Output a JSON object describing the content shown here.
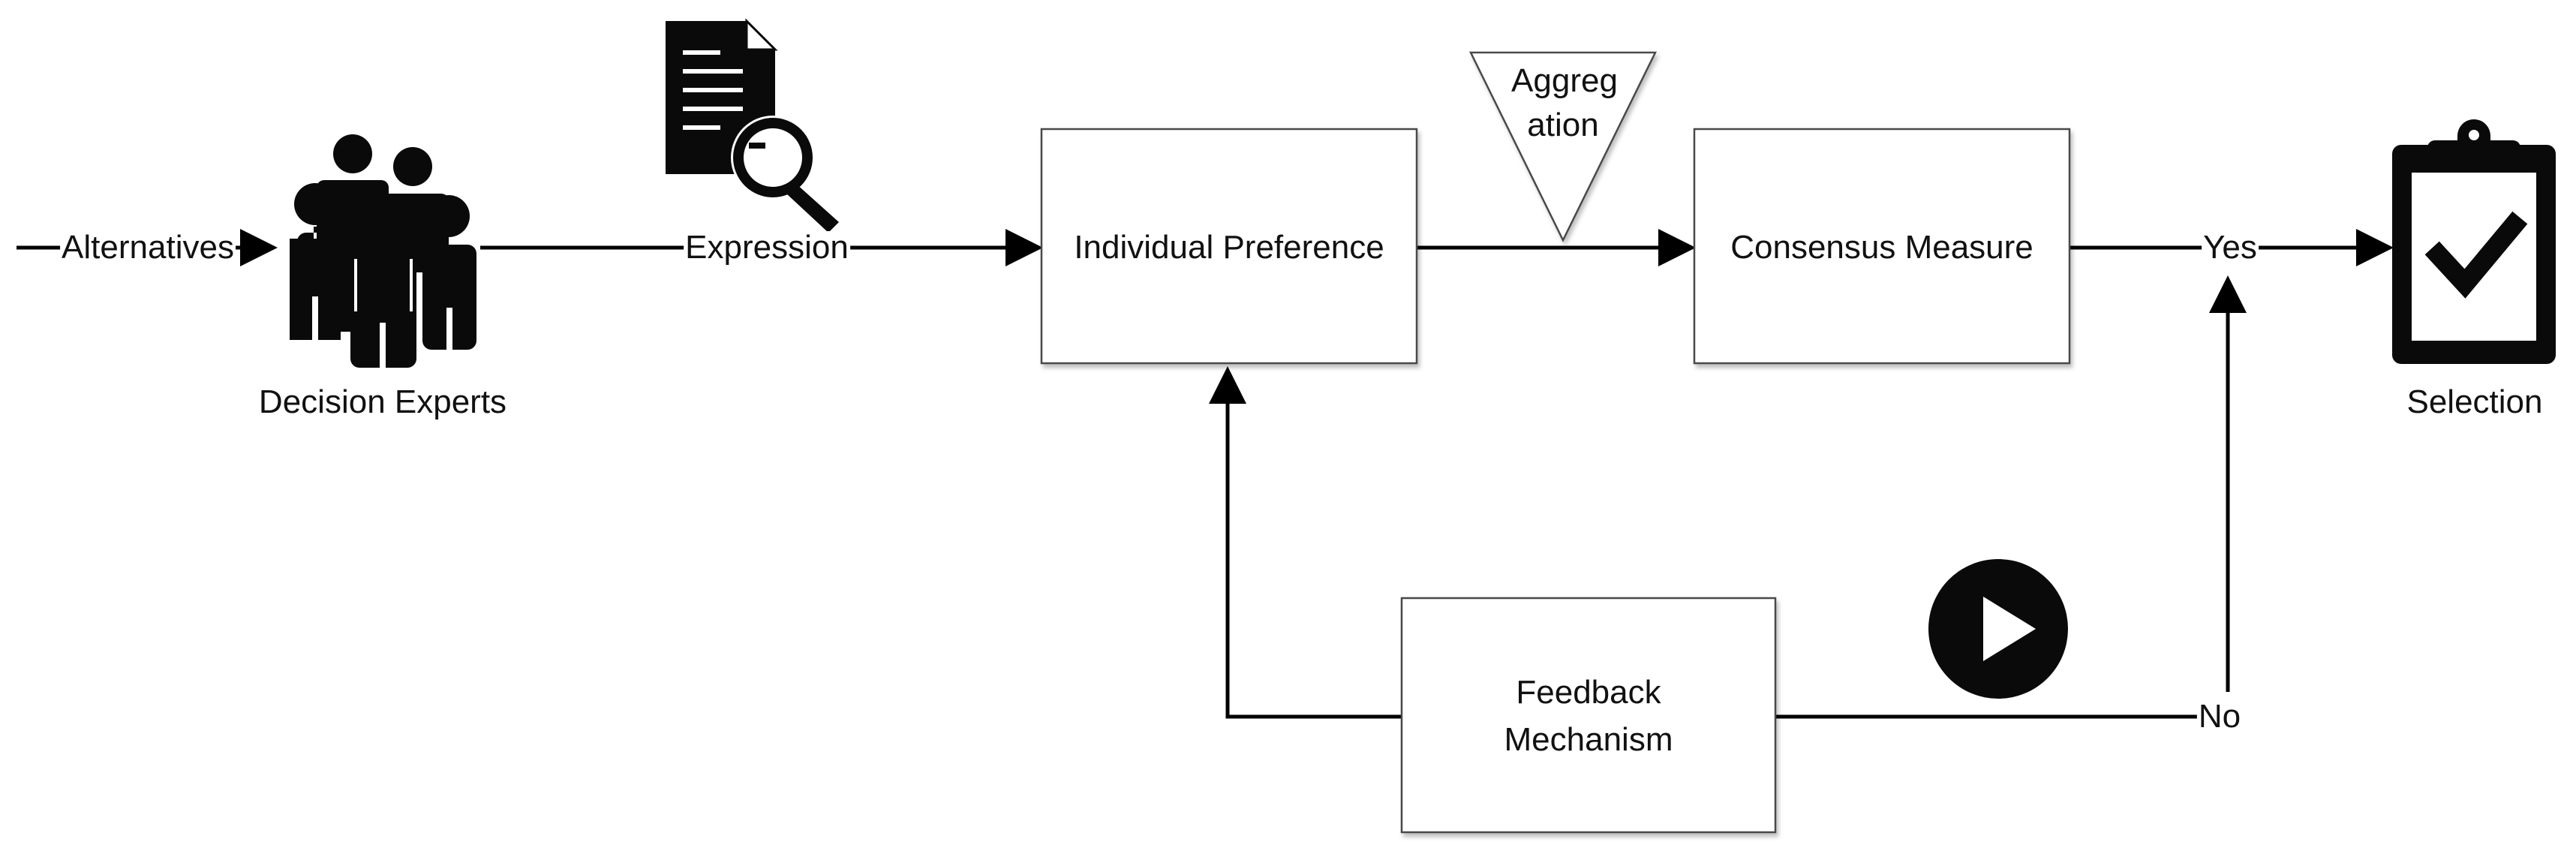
{
  "nodes": {
    "alternatives": "Alternatives",
    "decision_experts": "Decision Experts",
    "expression": "Expression",
    "individual_preference": "Individual Preference",
    "aggregation_line1": "Aggreg",
    "aggregation_line2": "ation",
    "consensus_measure": "Consensus Measure",
    "yes": "Yes",
    "no": "No",
    "feedback_line1": "Feedback",
    "feedback_line2": "Mechanism",
    "selection": "Selection"
  },
  "icons": {
    "experts": "people-group-icon",
    "document": "document-search-icon",
    "play": "play-circle-icon",
    "selection": "clipboard-check-icon"
  },
  "colors": {
    "line": "#000000",
    "box_border": "#4a4a4a",
    "icon": "#0a0a0a",
    "text": "#111111"
  }
}
